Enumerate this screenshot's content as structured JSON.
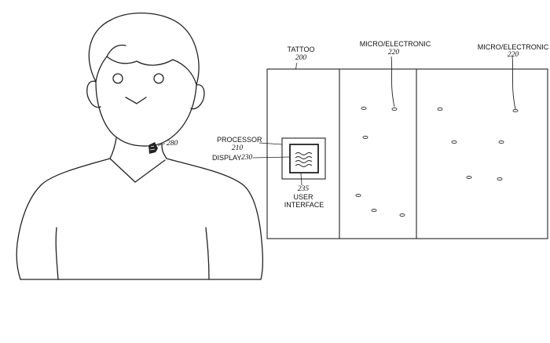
{
  "person": {
    "tattoo_ref": "280"
  },
  "tattoo": {
    "label": "TATTOO",
    "ref": "200"
  },
  "processor": {
    "label": "PROCESSOR",
    "ref": "210"
  },
  "display": {
    "label": "DISPLAY",
    "ref": "230"
  },
  "user_interface": {
    "ref": "235",
    "label_line1": "USER",
    "label_line2": "INTERFACE"
  },
  "micro_left": {
    "label": "MICRO/ELECTRONIC",
    "ref": "220"
  },
  "micro_right": {
    "label": "MICRO/ELECTRONIC",
    "ref": "220"
  }
}
